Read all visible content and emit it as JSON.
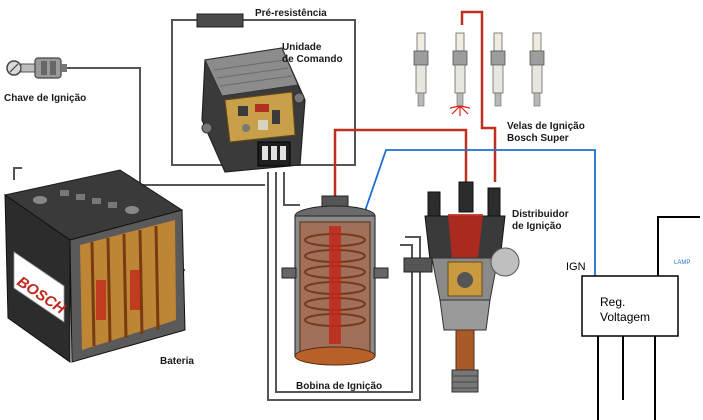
{
  "labels": {
    "pre_resistencia": "Pré-resistência",
    "unidade_l1": "Unidade",
    "unidade_l2": "de Comando",
    "chave": "Chave de Ignição",
    "velas_l1": "Velas de Ignição",
    "velas_l2": "Bosch Super",
    "distribuidor_l1": "Distribuidor",
    "distribuidor_l2": "de Ignição",
    "bateria": "Bateria",
    "bobina": "Bobina de Ignição",
    "ign": "IGN",
    "lamp": "LAMP",
    "reg_l1": "Reg.",
    "reg_l2": "Voltagem",
    "battery_brand": "BOSCH"
  },
  "colors": {
    "wire_grey": "#555555",
    "wire_red": "#c03020",
    "wire_blue": "#1f6fd0",
    "regulator_line": "#000000",
    "battery_red": "#c0281c",
    "coil_copper": "#b8602a",
    "dark_body": "#2c2c2c"
  }
}
